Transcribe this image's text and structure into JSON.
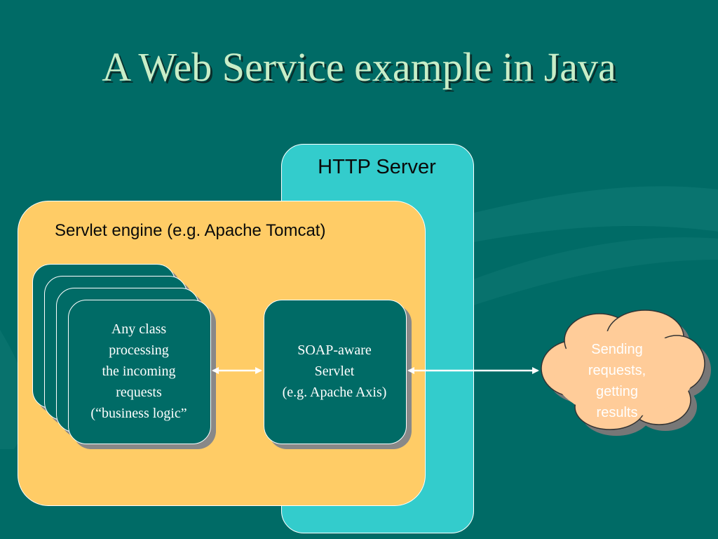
{
  "title": "A Web Service example in Java",
  "http_server": {
    "label": "HTTP Server"
  },
  "servlet_engine": {
    "label": "Servlet engine (e.g. Apache Tomcat)"
  },
  "business_logic": {
    "lines": [
      "Any class",
      "processing",
      "the incoming",
      "requests",
      "(“business logic”"
    ]
  },
  "soap_servlet": {
    "lines": [
      "SOAP-aware",
      "Servlet",
      "(e.g. Apache Axis)"
    ]
  },
  "client_cloud": {
    "lines": [
      "Sending",
      "requests,",
      "getting",
      "results"
    ]
  },
  "colors": {
    "background": "#006b66",
    "http_server_fill": "#33cccc",
    "servlet_engine_fill": "#ffcc66",
    "card_fill": "#006b66",
    "cloud_fill": "#ffcc99"
  }
}
